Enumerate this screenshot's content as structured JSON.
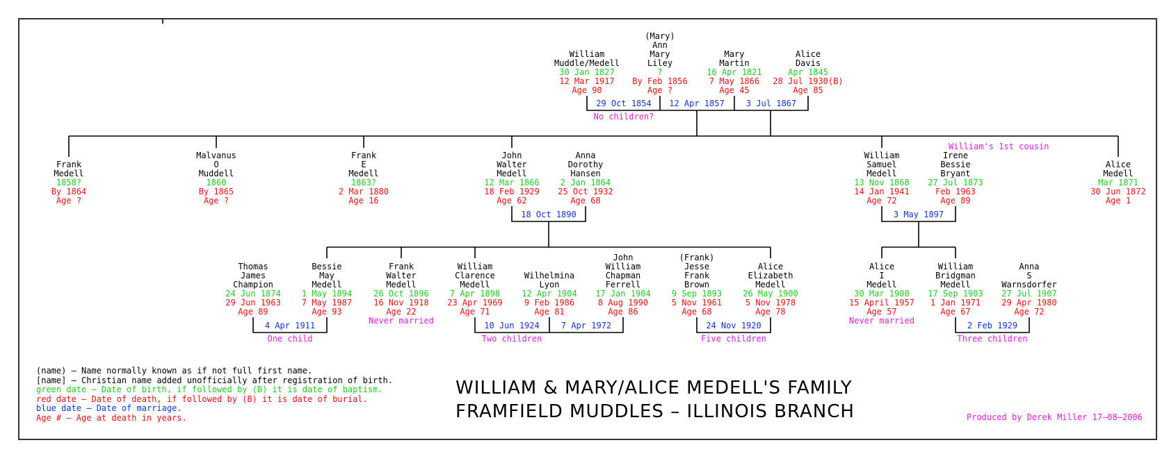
{
  "people": [
    {
      "id": "william",
      "lines": [
        "William",
        "Muddle/Medell"
      ],
      "birth": "30 Jan 1827",
      "death": "12 Mar 1917",
      "age": "Age 90"
    },
    {
      "id": "mary-ann",
      "lines": [
        "(Mary)",
        "Ann",
        "Mary",
        "Liley"
      ],
      "birth": "?",
      "death": "By Feb 1856",
      "age": "Age ?"
    },
    {
      "id": "mary-martin",
      "lines": [
        "Mary",
        "Martin"
      ],
      "birth": "16 Apr 1821",
      "death": "7 May 1866",
      "age": "Age 45"
    },
    {
      "id": "alice-davis",
      "lines": [
        "Alice",
        "Davis"
      ],
      "birth": "Apr 1845",
      "death": "28 Jul 1930(B)",
      "age": "Age 85"
    },
    {
      "id": "frank-medell",
      "lines": [
        "Frank",
        "Medell"
      ],
      "birth": "1858?",
      "death": "By 1864",
      "age": "Age ?"
    },
    {
      "id": "malvanus",
      "lines": [
        "Malvanus",
        "O",
        "Muddell"
      ],
      "birth": "1860",
      "death": "By 1865",
      "age": "Age ?"
    },
    {
      "id": "frank-e",
      "lines": [
        "Frank",
        "E",
        "Medell"
      ],
      "birth": "1863?",
      "death": "2 Mar 1880",
      "age": "Age 16"
    },
    {
      "id": "john-walter",
      "lines": [
        "John",
        "Walter",
        "Medell"
      ],
      "birth": "12 Mar 1866",
      "death": "18 Feb 1929",
      "age": "Age 62"
    },
    {
      "id": "anna-dorothy",
      "lines": [
        "Anna",
        "Dorothy",
        "Hansen"
      ],
      "birth": "2 Jan 1864",
      "death": "25 Oct 1932",
      "age": "Age 68"
    },
    {
      "id": "william-samuel",
      "lines": [
        "William",
        "Samuel",
        "Medell"
      ],
      "birth": "13 Nov 1868",
      "death": "14 Jan 1941",
      "age": "Age 72"
    },
    {
      "id": "irene",
      "note": "William's 1st cousin",
      "lines": [
        "Irene",
        "Bessie",
        "Bryant"
      ],
      "birth": "27 Jul 1873",
      "death": "Feb 1963",
      "age": "Age 89"
    },
    {
      "id": "alice-medell",
      "lines": [
        "Alice",
        "Medell"
      ],
      "birth": "Mar 1871",
      "death": "30 Jun 1872",
      "age": "Age 1"
    },
    {
      "id": "thomas",
      "lines": [
        "Thomas",
        "James",
        "Champion"
      ],
      "birth": "24 Jun 1874",
      "death": "29 Jun 1963",
      "age": "Age 89"
    },
    {
      "id": "bessie",
      "lines": [
        "Bessie",
        "May",
        "Medell"
      ],
      "birth": "1 May 1894",
      "death": "7 May 1987",
      "age": "Age 93"
    },
    {
      "id": "frank-walter",
      "lines": [
        "Frank",
        "Walter",
        "Medell"
      ],
      "birth": "26 Oct 1896",
      "death": "16 Nov 1918",
      "age": "Age 22",
      "after": "Never married"
    },
    {
      "id": "william-clarence",
      "lines": [
        "William",
        "Clarence",
        "Medell"
      ],
      "birth": "7 Apr 1898",
      "death": "23 Apr 1969",
      "age": "Age 71"
    },
    {
      "id": "wilhelmina",
      "lines": [
        "Wilhelmina",
        "Lyon"
      ],
      "birth": "12 Apr 1904",
      "death": "9 Feb 1986",
      "age": "Age 81"
    },
    {
      "id": "john-william",
      "lines": [
        "John",
        "William",
        "Chapman",
        "Ferrell"
      ],
      "birth": "17 Jan 1904",
      "death": "8 Aug 1990",
      "age": "Age 86"
    },
    {
      "id": "jesse",
      "lines": [
        "(Frank)",
        "Jesse",
        "Frank",
        "Brown"
      ],
      "birth": "9 Sep 1893",
      "death": "5 Nov 1961",
      "age": "Age 68"
    },
    {
      "id": "alice-elizabeth",
      "lines": [
        "Alice",
        "Elizabeth",
        "Medell"
      ],
      "birth": "26 May 1900",
      "death": "5 Nov 1978",
      "age": "Age 78"
    },
    {
      "id": "alice-i",
      "lines": [
        "Alice",
        "I",
        "Medell"
      ],
      "birth": "30 Mar 1900",
      "death": "15 April 1957",
      "age": "Age 57",
      "after": "Never married"
    },
    {
      "id": "william-bridgman",
      "lines": [
        "William",
        "Bridgman",
        "Medell"
      ],
      "birth": "17 Sep 1903",
      "death": "1 Jan 1971",
      "age": "Age 67"
    },
    {
      "id": "anna-s",
      "lines": [
        "Anna",
        "S",
        "Warnsdorfer"
      ],
      "birth": "27 Jul 1907",
      "death": "29 Apr 1980",
      "age": "Age 72"
    }
  ],
  "marriages": [
    {
      "id": "m-william-maryann",
      "date": "29 Oct 1854",
      "note": "No children?"
    },
    {
      "id": "m-william-marymartin",
      "date": "12 Apr 1857"
    },
    {
      "id": "m-william-alicedavis",
      "date": "3 Jul 1867"
    },
    {
      "id": "m-john-anna",
      "date": "18 Oct 1890"
    },
    {
      "id": "m-william-irene",
      "date": "3 May 1897"
    },
    {
      "id": "m-thomas-bessie",
      "date": "4 Apr 1911",
      "note": "One child"
    },
    {
      "id": "m-clarence-wilhelmina",
      "date": "10 Jun 1924",
      "note": "Two children"
    },
    {
      "id": "m-wilhelmina-john",
      "date": "7 Apr 1972"
    },
    {
      "id": "m-jesse-alice",
      "date": "24 Nov 1920",
      "note": "Five children"
    },
    {
      "id": "m-bridgman-anna",
      "date": "2 Feb 1929",
      "note": "Three children"
    }
  ],
  "legend": [
    {
      "text": "(name) – Name normally known as if not full first name.",
      "color": "#000000"
    },
    {
      "text": "[name] – Christian name added unofficially after registration of birth.",
      "color": "#000000"
    },
    {
      "text": "green date – Date of birth, if followed by (B) it is date of baptism.",
      "color": "#22cc22"
    },
    {
      "text": "red date – Date of death, if followed by (B) it is date of burial.",
      "color": "#ee1111"
    },
    {
      "text": "blue date – Date of marriage.",
      "color": "#1133dd"
    },
    {
      "text": "Age # – Age at death in years.",
      "color": "#ee1111"
    }
  ],
  "title_line1": "WILLIAM & MARY/ALICE MEDELL'S FAMILY",
  "title_line2": "FRAMFIELD MUDDLES – ILLINOIS BRANCH",
  "credit": "Produced by Derek Miller 17–08–2006",
  "colors": {
    "birth": "#22cc22",
    "death": "#ee1111",
    "marriage": "#1133dd",
    "note": "#e020e0",
    "line": "#000000"
  }
}
